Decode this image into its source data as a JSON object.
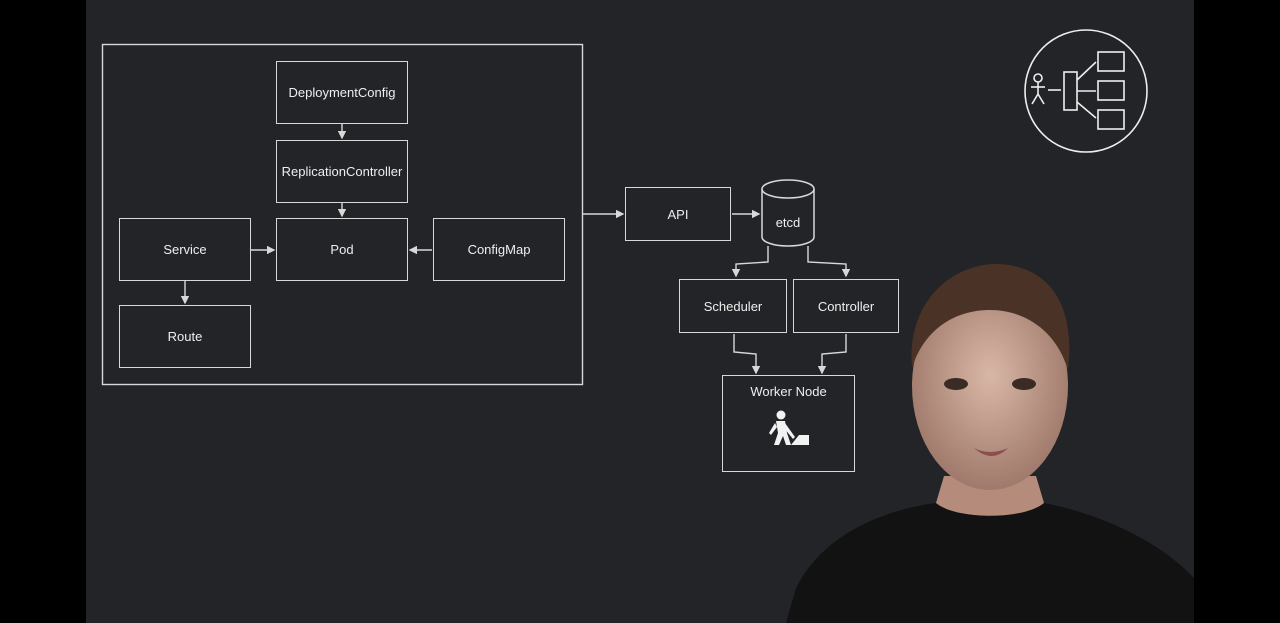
{
  "diagram": {
    "project_nodes": {
      "deployment_config": "DeploymentConfig",
      "replication_controller": "ReplicationController",
      "pod": "Pod",
      "service": "Service",
      "route": "Route",
      "config_map": "ConfigMap"
    },
    "control_plane": {
      "api": "API",
      "etcd": "etcd",
      "scheduler": "Scheduler",
      "controller": "Controller",
      "worker_node": "Worker Node"
    }
  },
  "icons": {
    "logo": "person-service-logo-icon",
    "worker": "construction-worker-icon"
  },
  "colors": {
    "background": "#232427",
    "stroke": "#d8d8d8",
    "text": "#eeeeee"
  }
}
